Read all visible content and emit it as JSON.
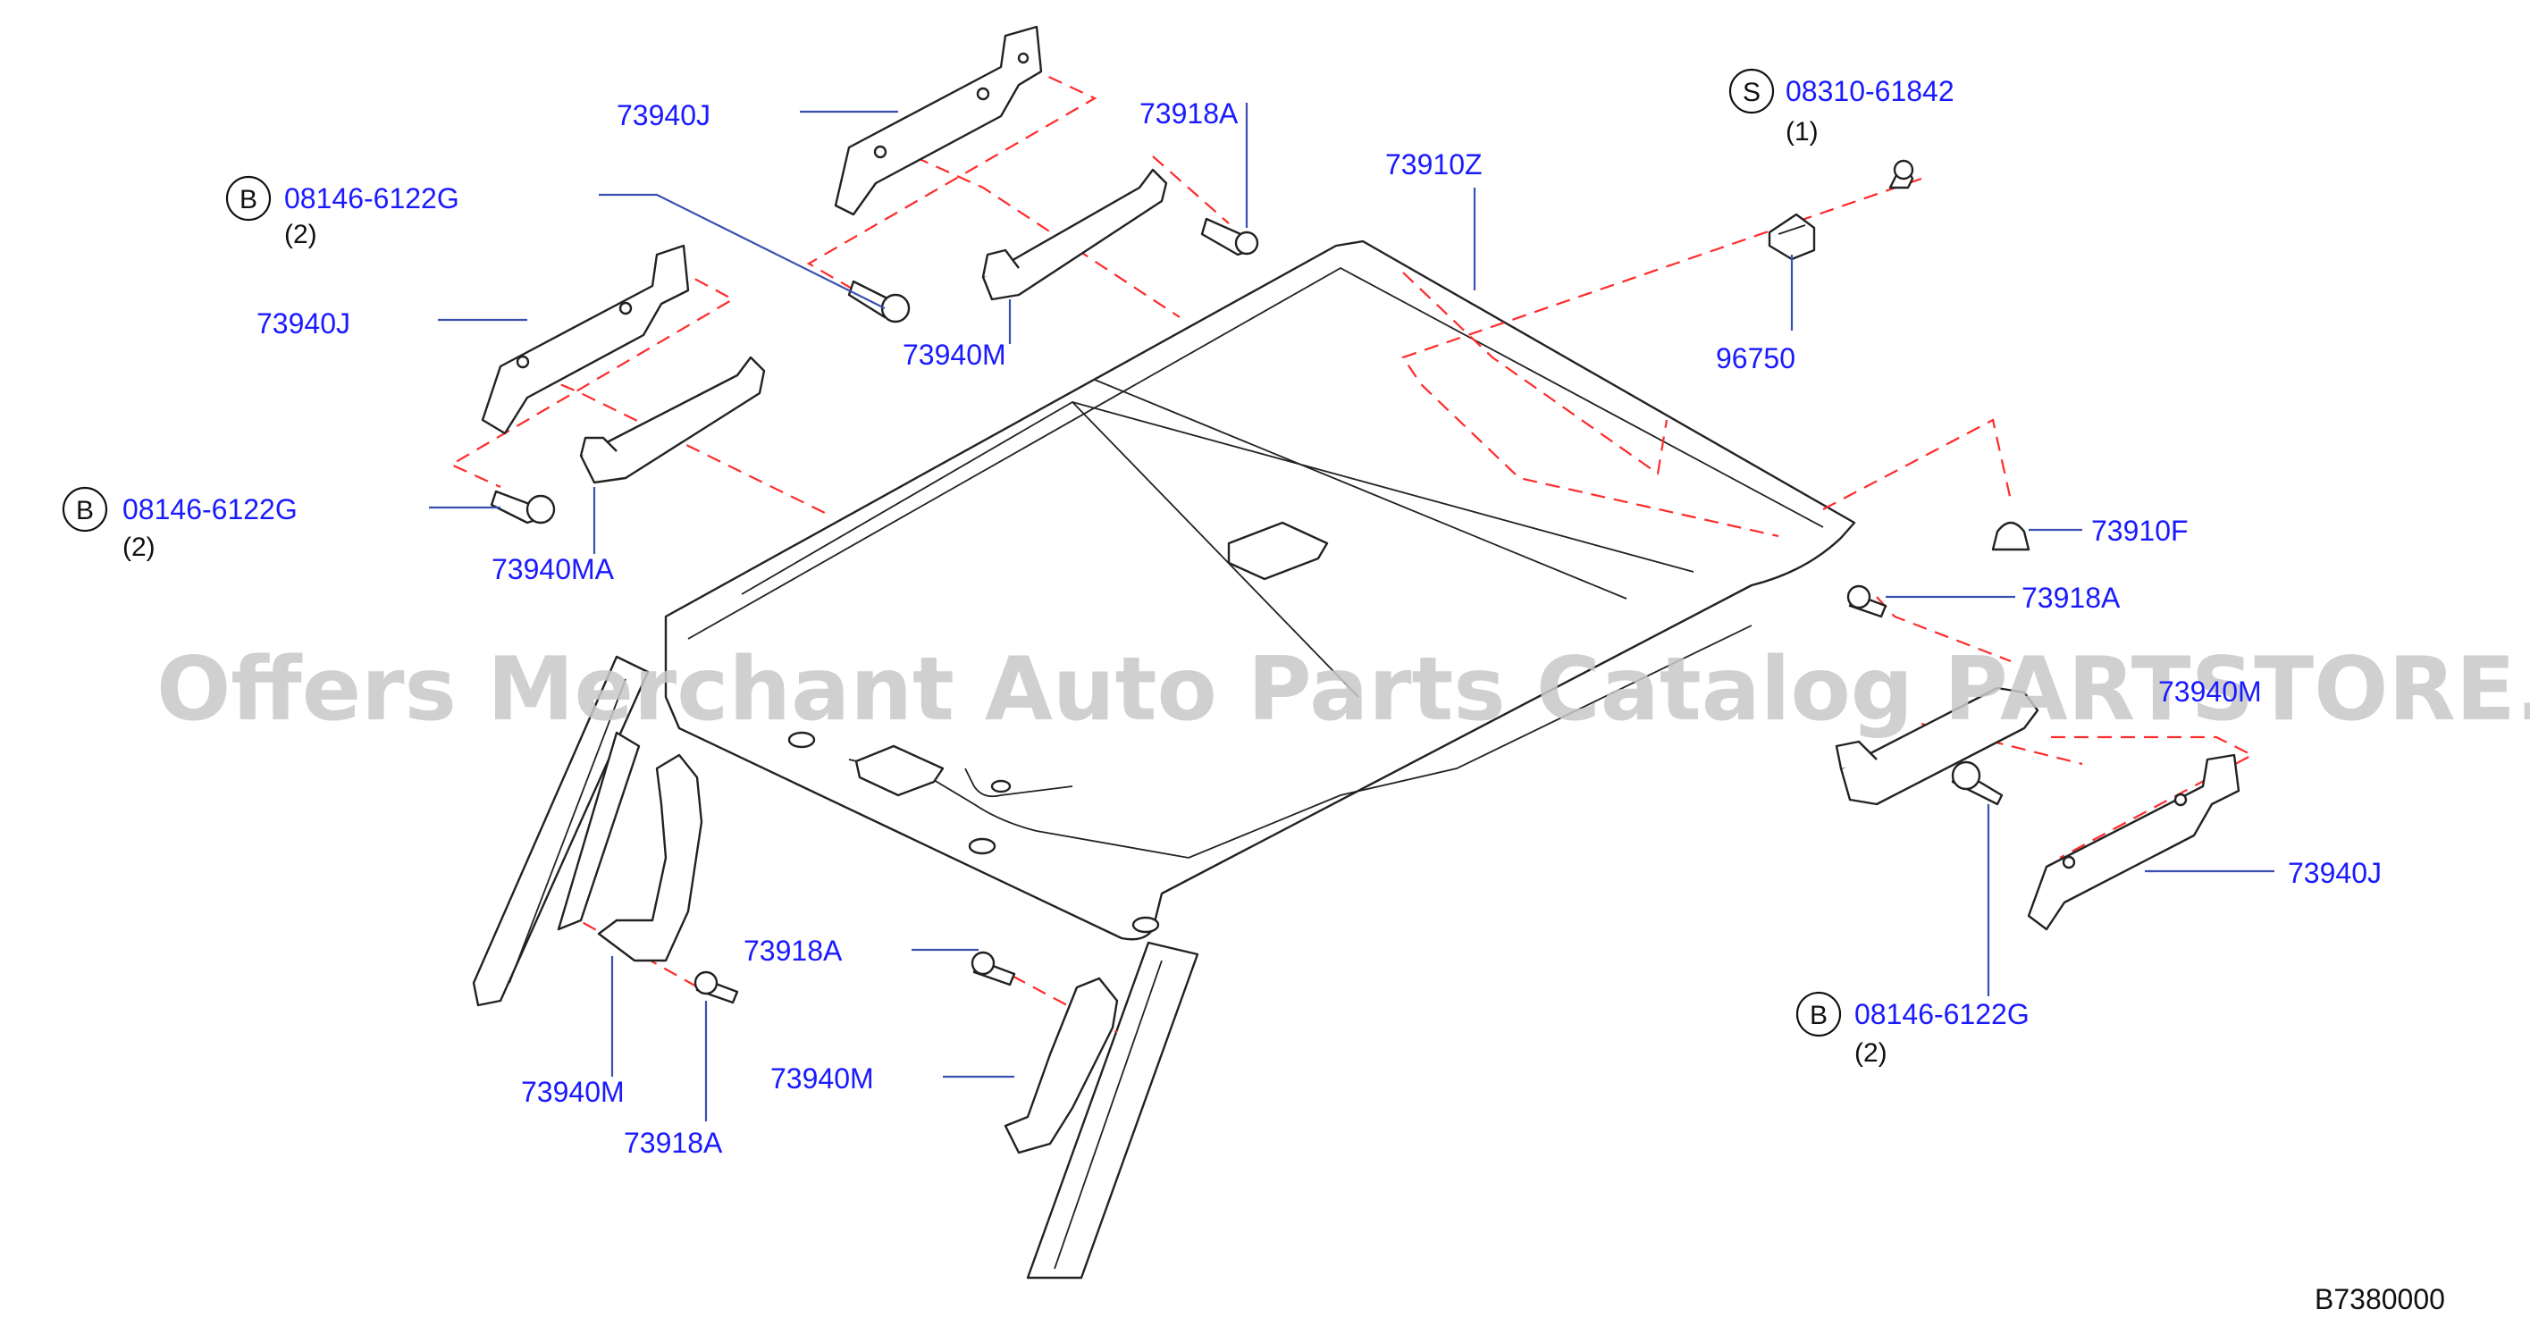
{
  "diagram": {
    "ref_code": "B7380000",
    "watermark": "Offers Merchant Auto Parts Catalog PARTSTORE.SA"
  },
  "labels": {
    "l_73940J_top": "73940J",
    "l_73918A_top": "73918A",
    "l_73910Z": "73910Z",
    "l_08310": "08310-61842",
    "l_08310_qty": "(1)",
    "l_08310_badge": "S",
    "l_08146_a": "08146-6122G",
    "l_08146_a_qty": "(2)",
    "l_08146_a_badge": "B",
    "l_73940J_left": "73940J",
    "l_73940M_top": "73940M",
    "l_96750": "96750",
    "l_08146_b": "08146-6122G",
    "l_08146_b_qty": "(2)",
    "l_08146_b_badge": "B",
    "l_73940MA": "73940MA",
    "l_73910F": "73910F",
    "l_73918A_right": "73918A",
    "l_73940M_right": "73940M",
    "l_73940J_right": "73940J",
    "l_08146_c": "08146-6122G",
    "l_08146_c_qty": "(2)",
    "l_08146_c_badge": "B",
    "l_73918A_mid": "73918A",
    "l_73940M_midleft": "73940M",
    "l_73940M_bottom": "73940M",
    "l_73918A_bottom": "73918A"
  },
  "colors": {
    "label": "#1a1aff",
    "leader": "#3a4fb0",
    "dashed_link": "#ff2a2a",
    "outline": "#222222",
    "watermark": "#c8c8c8"
  }
}
